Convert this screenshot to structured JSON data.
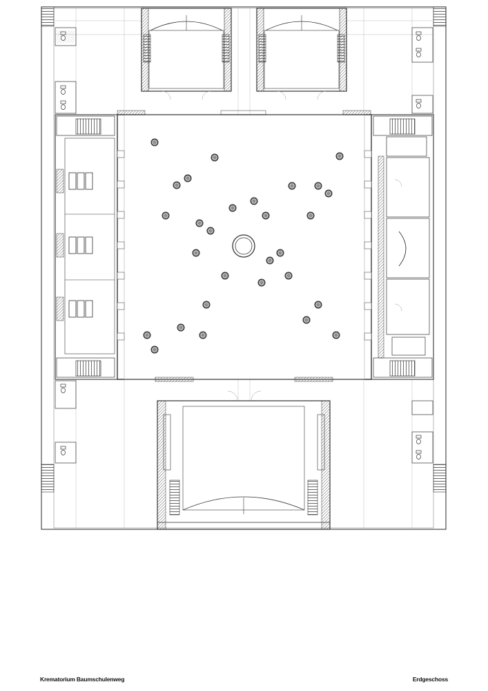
{
  "sheet": {
    "project_title": "Krematorium Baumschulenweg",
    "floor_label": "Erdgeschoss"
  },
  "colors": {
    "line": "#3a3a3a",
    "thin": "#9a9a9a",
    "hatch": "#555555",
    "column_fill": "#8c8c8c",
    "background": "#ffffff"
  },
  "plan_elements": {
    "columns_count": 29,
    "central_pool": "circle",
    "stair_symbols": [
      "north-west",
      "north-east",
      "south-west",
      "south-east",
      "south-hall-left",
      "south-hall-right"
    ],
    "wc_icons": [
      "toilet-icon",
      "sink-icon"
    ]
  }
}
